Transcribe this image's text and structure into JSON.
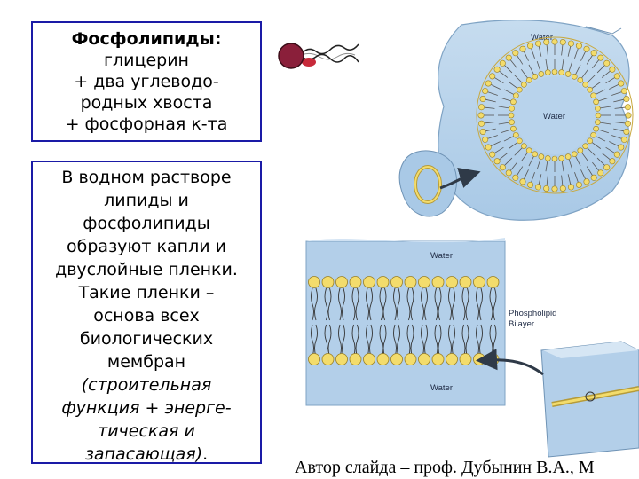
{
  "box1": {
    "title": "Фосфолипиды:",
    "line1": "глицерин",
    "line2": "+ два углеводо-",
    "line3": "родных хвоста",
    "line4": "+ фосфорная к-та"
  },
  "box2": {
    "lines": [
      "В водном растворе",
      "липиды и",
      "фосфолипиды",
      "образуют капли и",
      "двуслойные пленки.",
      "Такие пленки –",
      "основа всех",
      "биологических",
      "мембран"
    ],
    "italic_lines": [
      "(строительная",
      "функция + энерге-",
      "тическая и"
    ],
    "last_italic": "запасающая)",
    "last_tail": "."
  },
  "diagram": {
    "vesicle_outer_label": "Water",
    "vesicle_inner_label": "Water",
    "bilayer_top_label": "Water",
    "bilayer_bottom_label": "Water",
    "bilayer_label_line1": "Phospholipid",
    "bilayer_label_line2": "Bilayer"
  },
  "footer": "Автор слайда – проф. Дубынин В.А., М"
}
